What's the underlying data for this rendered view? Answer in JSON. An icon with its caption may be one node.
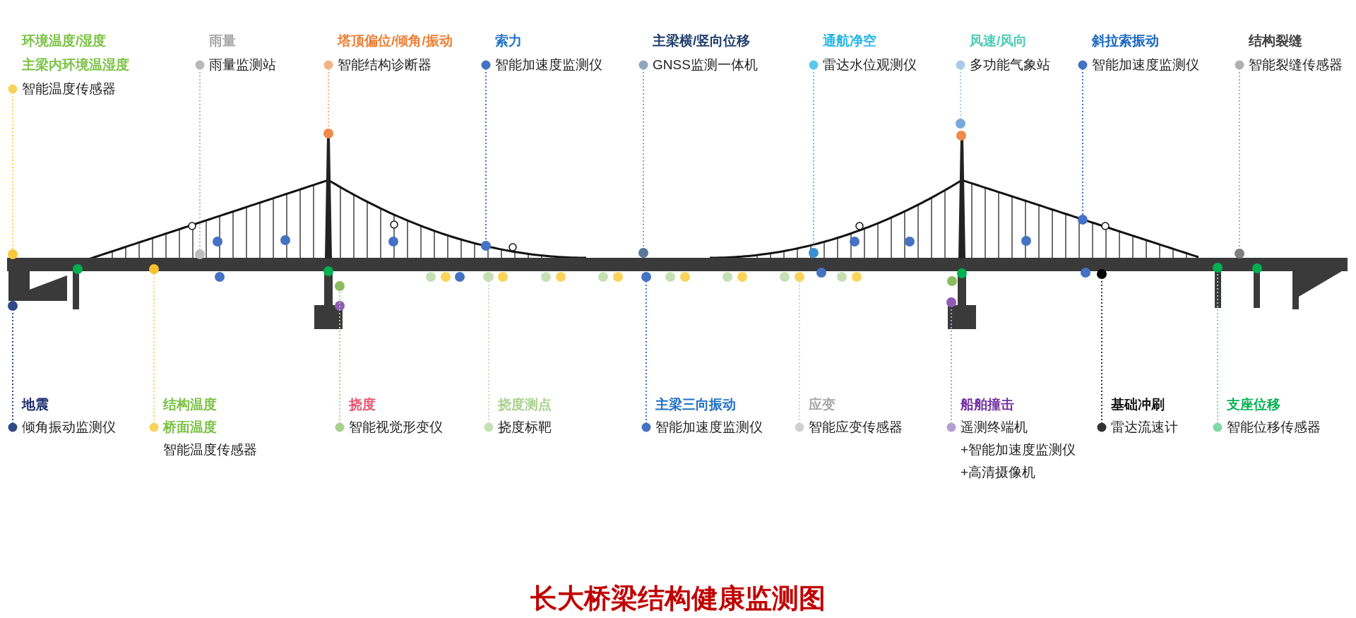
{
  "diagram": {
    "title": "长大桥梁结构健康监测图",
    "nodes": [
      {
        "text": [
          "环境温度/湿度",
          "主梁内环境温湿度",
          "智能温度传感器"
        ]
      },
      {
        "text": [
          "雨量",
          "雨量监测站"
        ]
      },
      {
        "text": [
          "塔顶偏位/倾角/振动",
          "智能结构诊断器"
        ]
      },
      {
        "text": [
          "索力",
          "智能加速度监测仪"
        ]
      },
      {
        "text": [
          "主梁横/竖向位移",
          "GNSS监测一体机"
        ]
      },
      {
        "text": [
          "通航净空",
          "雷达水位观测仪"
        ]
      },
      {
        "text": [
          "风速/风向",
          "多功能气象站"
        ]
      },
      {
        "text": [
          "斜拉索振动",
          "智能加速度监测仪"
        ]
      },
      {
        "text": [
          "结构裂缝",
          "智能裂缝传感器"
        ]
      },
      {
        "text": [
          "地震",
          "倾角振动监测仪"
        ]
      },
      {
        "text": [
          "结构温度",
          "桥面温度",
          "智能温度传感器"
        ]
      },
      {
        "text": [
          "挠度",
          "智能视觉形变仪"
        ]
      },
      {
        "text": [
          "挠度测点",
          "挠度标靶"
        ]
      },
      {
        "text": [
          "主梁三向振动",
          "智能加速度监测仪"
        ]
      },
      {
        "text": [
          "应变",
          "智能应变传感器"
        ]
      },
      {
        "text": [
          "船舶撞击",
          "遥测终端机",
          "+智能加速度监测仪",
          "+高清摄像机"
        ]
      },
      {
        "text": [
          "基础冲刷",
          "雷达流速计"
        ]
      },
      {
        "text": [
          "支座位移",
          "智能位移传感器"
        ]
      },
      {
        "text": [],
        "shape": "circle"
      },
      {
        "text": [],
        "shape": "circle"
      },
      {
        "text": [],
        "shape": "circle"
      },
      {
        "text": [],
        "shape": "circle"
      },
      {
        "text": [],
        "shape": "circle"
      },
      {
        "text": [],
        "shape": "circle"
      },
      {
        "text": [],
        "shape": "circle"
      },
      {
        "text": [],
        "shape": "circle"
      },
      {
        "text": [],
        "shape": "circle"
      },
      {
        "text": [],
        "shape": "circle"
      },
      {
        "text": [],
        "shape": "circle"
      },
      {
        "text": [],
        "shape": "circle"
      },
      {
        "text": [],
        "shape": "circle"
      },
      {
        "text": [],
        "shape": "circle"
      },
      {
        "text": [],
        "shape": "circle"
      },
      {
        "text": [],
        "shape": "circle"
      },
      {
        "text": [],
        "shape": "circle"
      },
      {
        "text": [],
        "shape": "circle"
      }
    ],
    "edges": [
      {
        "from": 0,
        "to": 18,
        "arrow": "other",
        "color": "#f7d35c"
      },
      {
        "from": 1,
        "to": 19,
        "arrow": "other",
        "color": "#b8b8b8"
      },
      {
        "from": 2,
        "to": 20,
        "arrow": "other",
        "color": "#f4b183"
      },
      {
        "from": 3,
        "to": 21,
        "arrow": "other",
        "color": "#4472c4"
      },
      {
        "from": 4,
        "to": 22,
        "arrow": "other",
        "color": "#8fa5bf"
      },
      {
        "from": 5,
        "to": 23,
        "arrow": "other",
        "color": "#5bc8ef"
      },
      {
        "from": 6,
        "to": 24,
        "arrow": "other",
        "color": "#a9cbe9"
      },
      {
        "from": 7,
        "to": 25,
        "arrow": "other",
        "color": "#4472c4"
      },
      {
        "from": 8,
        "to": 26,
        "arrow": "other",
        "color": "#b0b0b0"
      },
      {
        "from": 9,
        "to": 27,
        "arrow": "other",
        "color": "#2f4a86"
      },
      {
        "from": 10,
        "to": 28,
        "arrow": "other",
        "color": "#f7d35c"
      },
      {
        "from": 11,
        "to": 29,
        "arrow": "other",
        "color": "#a9d18e"
      },
      {
        "from": 12,
        "to": 30,
        "arrow": "other",
        "color": "#c5e0b4"
      },
      {
        "from": 13,
        "to": 31,
        "arrow": "other",
        "color": "#4472c4"
      },
      {
        "from": 14,
        "to": 32,
        "arrow": "other",
        "color": "#d0d0d0"
      },
      {
        "from": 15,
        "to": 33,
        "arrow": "other",
        "color": "#b4a0d0"
      },
      {
        "from": 16,
        "to": 34,
        "arrow": "other",
        "color": "#333333"
      },
      {
        "from": 17,
        "to": 35,
        "arrow": "other",
        "color": "#7fd8a8"
      }
    ]
  }
}
